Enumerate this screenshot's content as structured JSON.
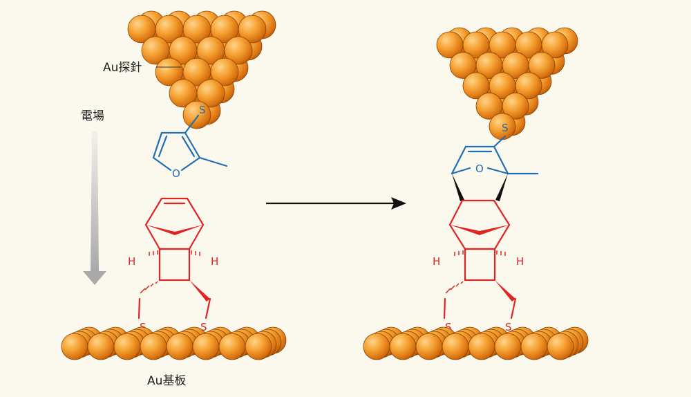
{
  "labels": {
    "tip": "Au探針",
    "field": "電場",
    "substrate": "Au基板"
  },
  "atoms": {
    "sulfur": "S",
    "oxygen": "O",
    "hydrogen": "H"
  },
  "colors": {
    "background": "#fbf8ee",
    "gold_light": "#ffc86a",
    "gold_mid": "#f39a2a",
    "gold_dark": "#c45f08",
    "red_bonds": "#e02424",
    "blue_bonds": "#1f6fb2",
    "arrow": "#111111",
    "field_arrow": "#b9b9b9"
  }
}
